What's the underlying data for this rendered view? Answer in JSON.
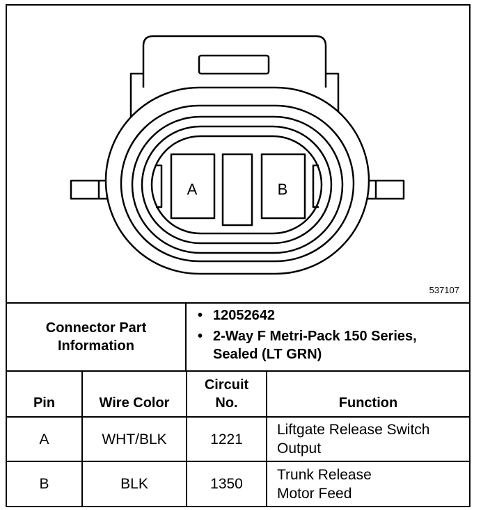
{
  "diagram": {
    "pin_a_label": "A",
    "pin_b_label": "B",
    "figure_number": "537107"
  },
  "connector_info": {
    "label": "Connector Part Information",
    "bullet": "•",
    "items": [
      "12052642",
      "2-Way F Metri-Pack 150 Series, Sealed (LT GRN)"
    ]
  },
  "pin_table": {
    "headers": {
      "pin": "Pin",
      "wire_color": "Wire Color",
      "circuit_no": "Circuit No.",
      "function": "Function"
    },
    "rows": [
      {
        "pin": "A",
        "wire_color": "WHT/BLK",
        "circuit_no": "1221",
        "function": "Liftgate Release Switch Output"
      },
      {
        "pin": "B",
        "wire_color": "BLK",
        "circuit_no": "1350",
        "function": "Trunk Release Motor Feed"
      }
    ]
  }
}
